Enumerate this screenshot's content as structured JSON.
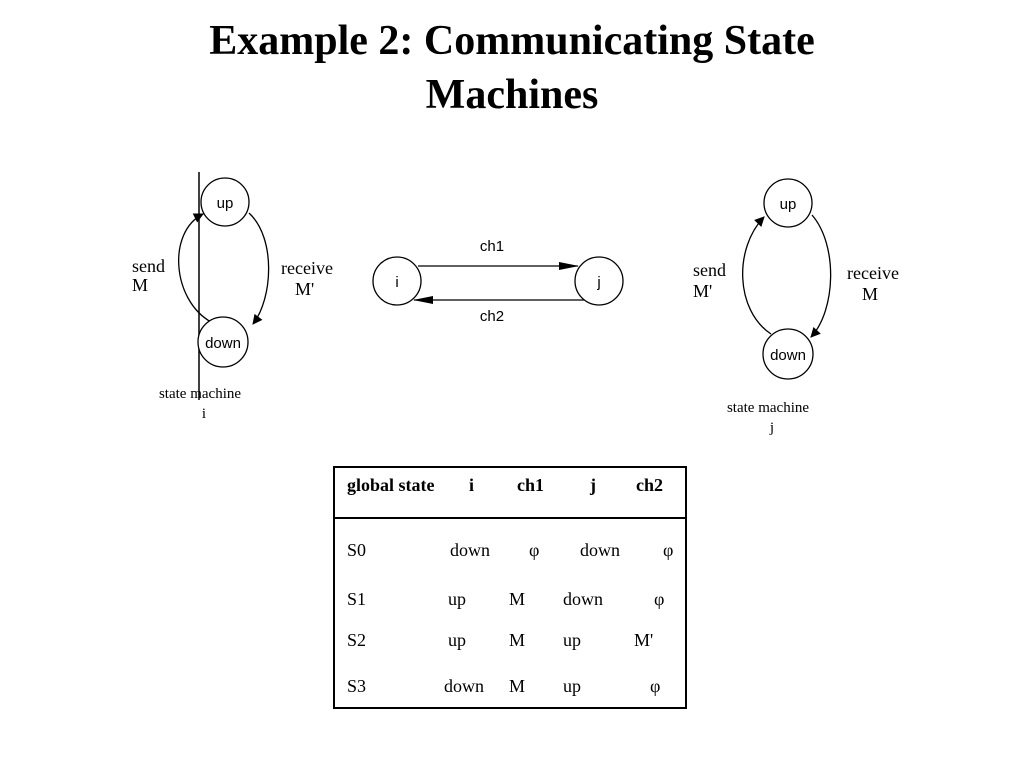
{
  "title": {
    "line1": "Example 2: Communicating State",
    "line2": "Machines"
  },
  "machine_i": {
    "states": {
      "up": "up",
      "down": "down"
    },
    "send_label": "send",
    "send_msg": "M",
    "receive_label": "receive",
    "receive_msg": "M'",
    "caption_line1": "state machine",
    "caption_line2": "i"
  },
  "channels": {
    "node_i": "i",
    "node_j": "j",
    "ch1": "ch1",
    "ch2": "ch2"
  },
  "machine_j": {
    "states": {
      "up": "up",
      "down": "down"
    },
    "send_label": "send",
    "send_msg": "M'",
    "receive_label": "receive",
    "receive_msg": "M",
    "caption_line1": "state machine",
    "caption_line2": "j"
  },
  "table": {
    "headers": [
      "global state",
      "i",
      "ch1",
      "j",
      "ch2"
    ],
    "rows": [
      [
        "S0",
        "down",
        "φ",
        "down",
        "φ"
      ],
      [
        "S1",
        "up",
        "M",
        "down",
        "φ"
      ],
      [
        "S2",
        "up",
        "M",
        "up",
        "M'"
      ],
      [
        "S3",
        "down",
        "M",
        "up",
        "φ"
      ]
    ]
  }
}
